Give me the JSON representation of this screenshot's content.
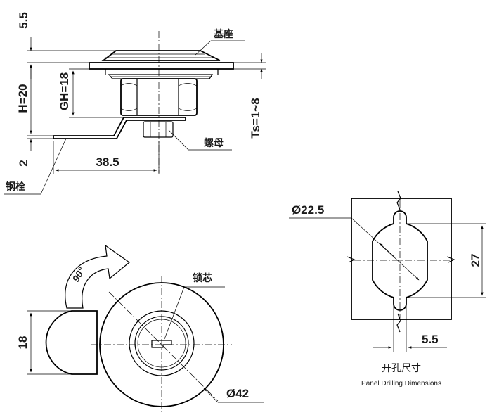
{
  "side_view": {
    "dim_top": "5.5",
    "dim_height": "H=20",
    "dim_grip": "GH=18",
    "dim_thickness": "Ts=1~8",
    "dim_bottom": "2",
    "dim_length": "38.5",
    "label_base": "基座",
    "label_nut": "螺母",
    "label_cam": "钢栓"
  },
  "front_view": {
    "rotation": "90°",
    "label_core": "锁芯",
    "dim_cam_width": "18",
    "dim_diameter": "Ø42"
  },
  "cutout": {
    "dim_diameter": "Ø22.5",
    "dim_flat": "27",
    "dim_slot": "5.5",
    "caption_cn": "开孔尺寸",
    "caption_en": "Panel Drilling Dimensions",
    "fill_color": "#c8c8c8"
  }
}
